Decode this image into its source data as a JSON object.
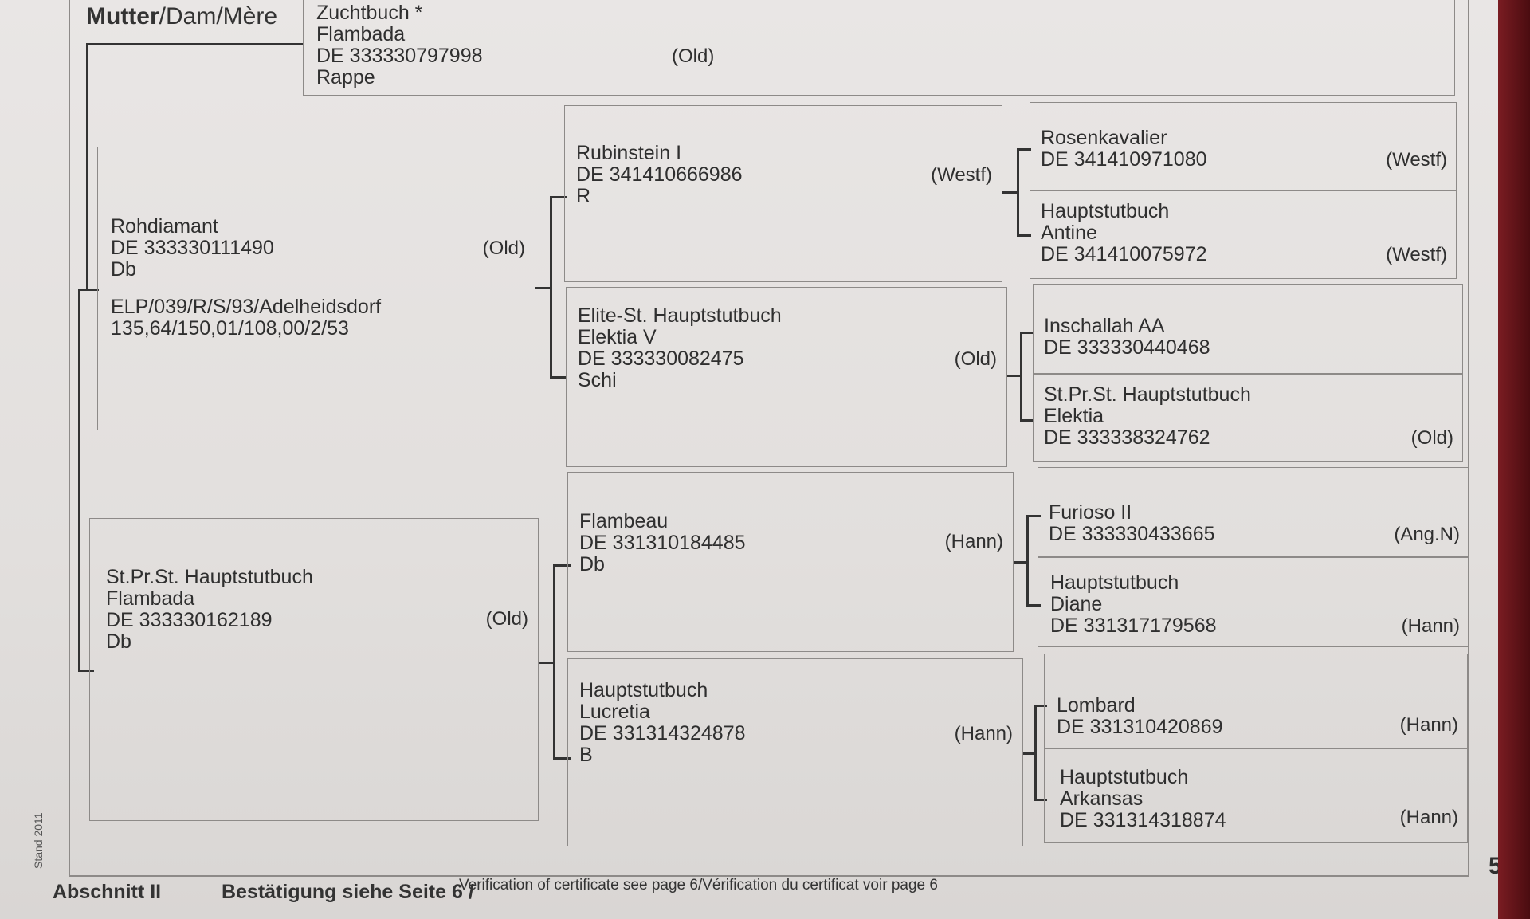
{
  "header": {
    "title_bold": "Mutter",
    "title_rest": "/Dam/Mère"
  },
  "dam": {
    "book": "Zuchtbuch *",
    "name": "Flambada",
    "id": "DE 333330797998",
    "reg": "(Old)",
    "color": "Rappe"
  },
  "sire_of_dam": {
    "name": "Rohdiamant",
    "id": "DE 333330111490",
    "reg": "(Old)",
    "color": "Db",
    "perf1": "ELP/039/R/S/93/Adelheidsdorf",
    "perf2": "135,64/150,01/108,00/2/53"
  },
  "dam_of_dam": {
    "book": "St.Pr.St.   Hauptstutbuch",
    "name": "Flambada",
    "id": "DE 333330162189",
    "reg": "(Old)",
    "color": "Db"
  },
  "gen3": [
    {
      "l1": "Rubinstein I",
      "l2": "DE 341410666986",
      "l3": "R",
      "l4": "",
      "reg": "(Westf)"
    },
    {
      "l1": "Elite-St.   Hauptstutbuch",
      "l2": "Elektia V",
      "l3": "DE 333330082475",
      "l4": "Schi",
      "reg": "(Old)"
    },
    {
      "l1": "Flambeau",
      "l2": "DE 331310184485",
      "l3": "Db",
      "l4": "",
      "reg": "(Hann)"
    },
    {
      "l1": "Hauptstutbuch",
      "l2": "Lucretia",
      "l3": "DE 331314324878",
      "l4": "B",
      "reg": "(Hann)"
    }
  ],
  "gen4": [
    {
      "l1": "Rosenkavalier",
      "l2": "DE 341410971080",
      "l3": "",
      "reg": "(Westf)"
    },
    {
      "l1": "Hauptstutbuch",
      "l2": "Antine",
      "l3": "DE 341410075972",
      "reg": "(Westf)"
    },
    {
      "l1": "Inschallah   AA",
      "l2": "DE 333330440468",
      "l3": "",
      "reg": ""
    },
    {
      "l1": "St.Pr.St.   Hauptstutbuch",
      "l2": "Elektia",
      "l3": "DE 333338324762",
      "reg": "(Old)"
    },
    {
      "l1": "Furioso II",
      "l2": "DE 333330433665",
      "l3": "",
      "reg": "(Ang.N)"
    },
    {
      "l1": "Hauptstutbuch",
      "l2": "Diane",
      "l3": "DE 331317179568",
      "reg": "(Hann)"
    },
    {
      "l1": "Lombard",
      "l2": "DE 331310420869",
      "l3": "",
      "reg": "(Hann)"
    },
    {
      "l1": "Hauptstutbuch",
      "l2": "Arkansas",
      "l3": "DE 331314318874",
      "reg": "(Hann)"
    }
  ],
  "side_note": "Stand 2011",
  "footer": {
    "section": "Abschnitt II",
    "confirm": "Bestätigung siehe Seite 6 /",
    "verify": "Verification of certificate see page 6/Vérification du certificat voir page 6",
    "page_number": "5"
  }
}
